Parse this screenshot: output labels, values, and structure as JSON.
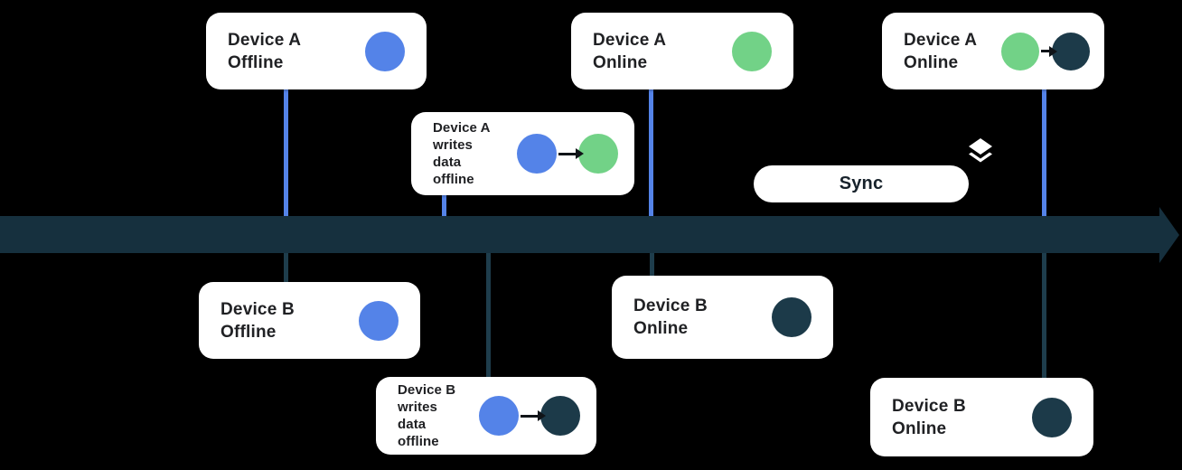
{
  "diagram_title": "Device A and Device B offline write and sync timeline",
  "colors": {
    "blue": "#5483E8",
    "green": "#72D287",
    "dark": "#1C3A49",
    "timeline": "#16303E",
    "navy": "#1E3D4C",
    "card_bg": "#FFFFFF",
    "text": "#202124"
  },
  "cards": [
    {
      "id": "device-a-offline",
      "lines": [
        "Device A",
        "Offline"
      ],
      "states": [
        "blue"
      ]
    },
    {
      "id": "device-a-writes-data-offline",
      "lines": [
        "Device A",
        "writes",
        "data",
        "offline"
      ],
      "states": [
        "blue",
        "green"
      ]
    },
    {
      "id": "device-a-online",
      "lines": [
        "Device A",
        "Online"
      ],
      "states": [
        "green"
      ]
    },
    {
      "id": "device-a-online-synced",
      "lines": [
        "Device A",
        "Online"
      ],
      "states": [
        "green",
        "dark"
      ]
    },
    {
      "id": "device-b-offline",
      "lines": [
        "Device B",
        "Offline"
      ],
      "states": [
        "blue"
      ]
    },
    {
      "id": "device-b-online",
      "lines": [
        "Device B",
        "Online"
      ],
      "states": [
        "dark"
      ]
    },
    {
      "id": "device-b-writes-data-offline",
      "lines": [
        "Device B",
        "writes",
        "data",
        "offline"
      ],
      "states": [
        "blue",
        "dark"
      ]
    },
    {
      "id": "device-b-online-synced",
      "lines": [
        "Device B",
        "Online"
      ],
      "states": [
        "dark"
      ]
    }
  ],
  "sync": {
    "label": "Sync"
  }
}
